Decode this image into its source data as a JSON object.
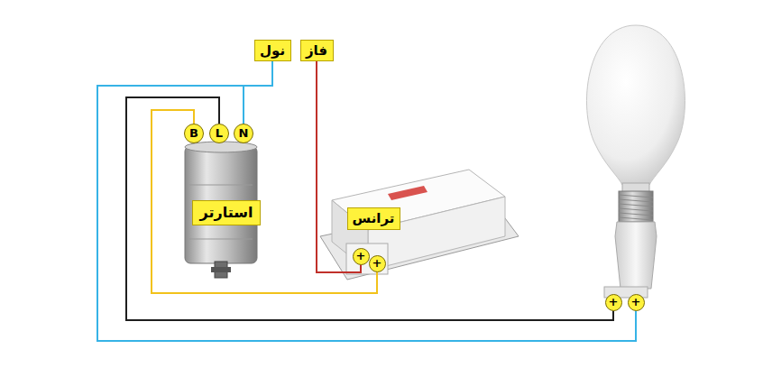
{
  "diagram": {
    "nodes": [
      {
        "text": [
          "نول"
        ]
      },
      {
        "text": [
          "فاز"
        ]
      },
      {
        "text": [
          "B"
        ]
      },
      {
        "text": [
          "L"
        ]
      },
      {
        "text": [
          "N"
        ]
      },
      {
        "text": [
          "استارتر"
        ]
      },
      {
        "text": [
          "ترانس"
        ]
      },
      {
        "text": [
          "+"
        ]
      },
      {
        "text": [
          "+"
        ]
      },
      {
        "text": [
          "+"
        ]
      },
      {
        "text": [
          "+"
        ]
      }
    ],
    "edges": [
      {
        "from": 0,
        "to": 4,
        "arrow": "none"
      },
      {
        "from": 4,
        "to": 10,
        "arrow": "none"
      },
      {
        "from": 3,
        "to": 9,
        "arrow": "none"
      },
      {
        "from": 2,
        "to": 8,
        "arrow": "none"
      },
      {
        "from": 1,
        "to": 7,
        "arrow": "none"
      }
    ]
  }
}
